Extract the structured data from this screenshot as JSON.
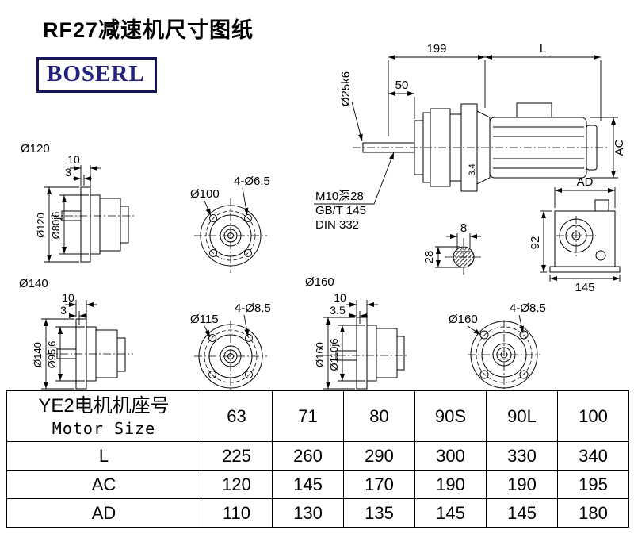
{
  "page": {
    "title": "RF27减速机尺寸图纸",
    "logo": "BOSERL"
  },
  "main_view": {
    "dim_199": "199",
    "dim_l": "L",
    "dim_50": "50",
    "shaft_dia": "Ø25k6",
    "dim_ac": "AC",
    "dim_3_4": "3.4",
    "note_tap": "M10深28",
    "note_gb": "GB/T 145",
    "note_din": "DIN 332"
  },
  "side_view_120": {
    "label": "Ø120",
    "dim_10": "10",
    "dim_3": "3",
    "flange_dia": "Ø120",
    "spigot_dia": "Ø80j6"
  },
  "front_view_100": {
    "holes": "4-Ø6.5",
    "dia": "Ø100"
  },
  "end_view": {
    "dim_ad": "AD",
    "dim_92": "92",
    "dim_145": "145"
  },
  "shaft_section": {
    "dim_8": "8",
    "dim_28": "28"
  },
  "side_view_140": {
    "label": "Ø140",
    "dim_10": "10",
    "dim_3": "3",
    "flange_dia": "Ø140",
    "spigot_dia": "Ø95j6"
  },
  "front_view_115": {
    "holes": "4-Ø8.5",
    "dia": "Ø115"
  },
  "side_view_160": {
    "label": "Ø160",
    "dim_10": "10",
    "dim_3_5": "3.5",
    "flange_dia": "Ø160",
    "spigot_dia": "Ø110j6"
  },
  "front_view_160": {
    "holes": "4-Ø8.5",
    "dia": "Ø160"
  },
  "table": {
    "header_cn": "YE2电机机座号",
    "header_en": "Motor Size",
    "sizes": [
      "63",
      "71",
      "80",
      "90S",
      "90L",
      "100"
    ],
    "rows": [
      {
        "label": "L",
        "values": [
          "225",
          "260",
          "290",
          "300",
          "330",
          "340"
        ]
      },
      {
        "label": "AC",
        "values": [
          "120",
          "145",
          "170",
          "190",
          "190",
          "195"
        ]
      },
      {
        "label": "AD",
        "values": [
          "110",
          "130",
          "135",
          "145",
          "145",
          "180"
        ]
      }
    ]
  }
}
